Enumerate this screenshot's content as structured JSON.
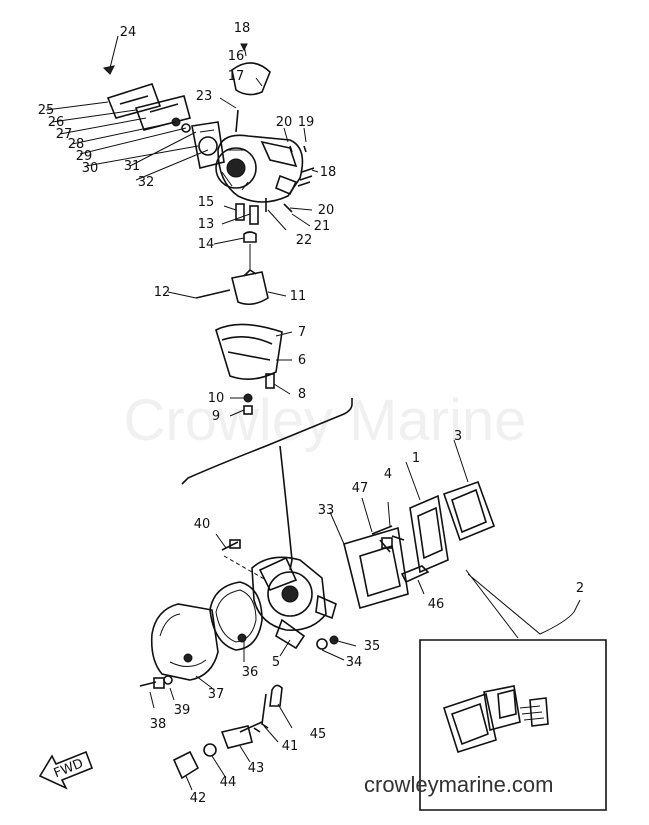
{
  "watermark": "Crowley Marine",
  "site_url": "crowleymarine.com",
  "fwd_label": "FWD",
  "callouts": [
    {
      "id": "24"
    },
    {
      "id": "18"
    },
    {
      "id": "16"
    },
    {
      "id": "17"
    },
    {
      "id": "23"
    },
    {
      "id": "25"
    },
    {
      "id": "26"
    },
    {
      "id": "27"
    },
    {
      "id": "28"
    },
    {
      "id": "29"
    },
    {
      "id": "30"
    },
    {
      "id": "31"
    },
    {
      "id": "32"
    },
    {
      "id": "20"
    },
    {
      "id": "19"
    },
    {
      "id": "18"
    },
    {
      "id": "15"
    },
    {
      "id": "20"
    },
    {
      "id": "13"
    },
    {
      "id": "21"
    },
    {
      "id": "22"
    },
    {
      "id": "14"
    },
    {
      "id": "12"
    },
    {
      "id": "11"
    },
    {
      "id": "7"
    },
    {
      "id": "6"
    },
    {
      "id": "10"
    },
    {
      "id": "8"
    },
    {
      "id": "9"
    },
    {
      "id": "3"
    },
    {
      "id": "47"
    },
    {
      "id": "4"
    },
    {
      "id": "1"
    },
    {
      "id": "33"
    },
    {
      "id": "40"
    },
    {
      "id": "2"
    },
    {
      "id": "46"
    },
    {
      "id": "35"
    },
    {
      "id": "34"
    },
    {
      "id": "36"
    },
    {
      "id": "5"
    },
    {
      "id": "37"
    },
    {
      "id": "38"
    },
    {
      "id": "39"
    },
    {
      "id": "45"
    },
    {
      "id": "41"
    },
    {
      "id": "44"
    },
    {
      "id": "43"
    },
    {
      "id": "42"
    }
  ]
}
